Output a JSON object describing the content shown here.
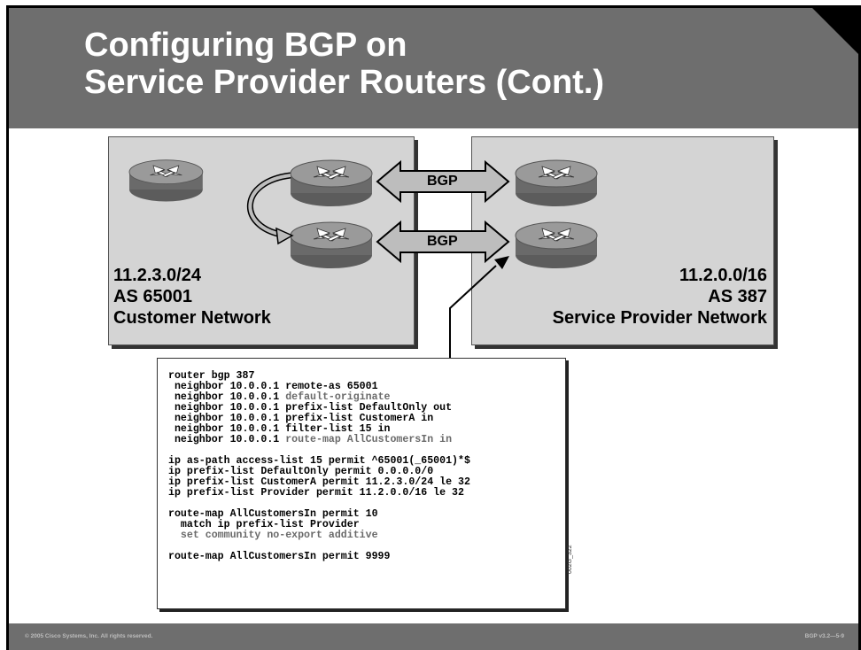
{
  "slide": {
    "title_line1": "Configuring BGP on",
    "title_line2": "Service Provider Routers (Cont.)"
  },
  "customer": {
    "prefix": "11.2.3.0/24",
    "as": "AS 65001",
    "name": "Customer Network"
  },
  "provider": {
    "prefix": "11.2.0.0/16",
    "as": "AS 387",
    "name": "Service Provider Network"
  },
  "links": {
    "upper": "BGP",
    "lower": "BGP"
  },
  "config": {
    "lines": [
      {
        "text": "router bgp 387",
        "style": "normal"
      },
      {
        "text": " neighbor 10.0.0.1 remote-as 65001",
        "style": "normal"
      },
      {
        "text": " neighbor 10.0.0.1 ",
        "tail": "default-originate",
        "style": "mixed"
      },
      {
        "text": " neighbor 10.0.0.1 prefix-list DefaultOnly out",
        "style": "normal"
      },
      {
        "text": " neighbor 10.0.0.1 prefix-list CustomerA in",
        "style": "normal"
      },
      {
        "text": " neighbor 10.0.0.1 filter-list 15 in",
        "style": "normal"
      },
      {
        "text": " neighbor 10.0.0.1 ",
        "tail": "route-map AllCustomersIn in",
        "style": "mixed"
      },
      {
        "text": "",
        "style": "gap"
      },
      {
        "text": "ip as-path access-list 15 permit ^65001(_65001)*$",
        "style": "normal"
      },
      {
        "text": "ip prefix-list DefaultOnly permit 0.0.0.0/0",
        "style": "normal"
      },
      {
        "text": "ip prefix-list CustomerA permit 11.2.3.0/24 le 32",
        "style": "normal"
      },
      {
        "text": "ip prefix-list Provider permit 11.2.0.0/16 le 32",
        "style": "normal"
      },
      {
        "text": "",
        "style": "gap"
      },
      {
        "text": "route-map AllCustomersIn permit 10",
        "style": "normal"
      },
      {
        "text": "  match ip prefix-list Provider",
        "style": "normal"
      },
      {
        "text": "  set community no-export additive",
        "style": "gray"
      },
      {
        "text": "",
        "style": "gap"
      },
      {
        "text": "route-map AllCustomersIn permit 9999",
        "style": "normal"
      }
    ]
  },
  "figure_id": "002G_322",
  "footer": {
    "copyright": "© 2005 Cisco Systems, Inc. All rights reserved.",
    "course": "BGP v3.2—5-9"
  },
  "colors": {
    "title_bar": "#6e6e6e",
    "network_box": "#d4d4d4",
    "router_body": "#8a8a8a",
    "arrow_fill": "#bdbdbd"
  }
}
